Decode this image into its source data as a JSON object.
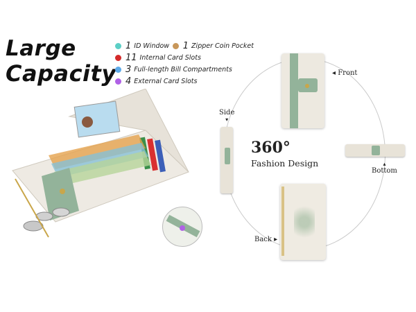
{
  "headline": {
    "line1": "Large",
    "line2": "Capacity"
  },
  "features": [
    {
      "num": "1",
      "label": "ID Window",
      "color": "#5ccfc6"
    },
    {
      "num": "1",
      "label": "Zipper Coin Pocket",
      "color": "#c8975a"
    },
    {
      "num": "11",
      "label": "Internal Card Slots",
      "color": "#d42a2a"
    },
    {
      "num": "3",
      "label": "Full-length Bill Compartments",
      "color": "#5ca9e8"
    },
    {
      "num": "4",
      "label": "External Card Slots",
      "color": "#b061e6"
    }
  ],
  "view360": {
    "degrees": "360°",
    "caption": "Fashion Design"
  },
  "views": {
    "front": "Front",
    "side": "Side",
    "bottom": "Bottom",
    "back": "Back"
  },
  "colors": {
    "strap": "#93b39a",
    "leather": "#ede9e0"
  }
}
